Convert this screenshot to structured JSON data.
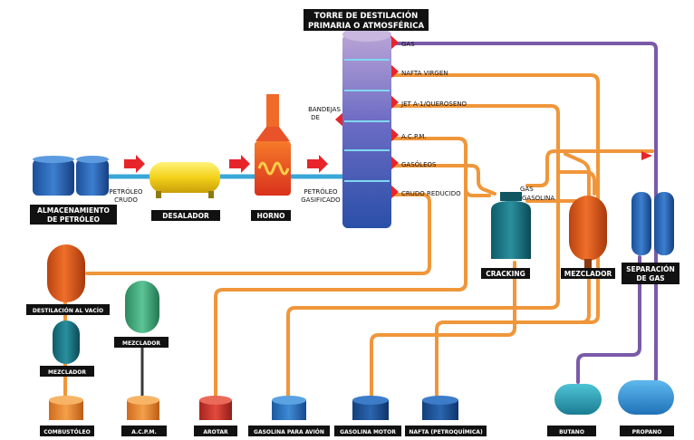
{
  "title": {
    "line1": "TORRE DE DESTILACIÓN",
    "line2": "PRIMARIA O ATMOSFÉRICA"
  },
  "tower_outputs": {
    "gas": "GAS",
    "nafta": "NAFTA VIRGEN",
    "jet": "JET A-1/QUEROSENO",
    "acpm": "A.C.P.M.",
    "gasoleos": "GASÓLEOS",
    "crudo": "CRUDO REDUCIDO"
  },
  "annotations": {
    "bandejas_1": "BANDEJAS",
    "bandejas_2": "DE",
    "petroleo_crudo_1": "PETRÓLEO",
    "petroleo_crudo_2": "CRUDO",
    "petroleo_gas_1": "PETRÓLEO",
    "petroleo_gas_2": "GASIFICADO",
    "cracking_gas": "GAS",
    "cracking_gasolina": "GASOLINA"
  },
  "units": {
    "almacenamiento_1": "ALMACENAMIENTO",
    "almacenamiento_2": "DE PETRÓLEO",
    "desalador": "DESALADOR",
    "horno": "HORNO",
    "cracking": "CRACKING",
    "mezclador_right": "MEZCLADOR",
    "separacion_1": "SEPARACIÓN",
    "separacion_2": "DE GAS",
    "destilacion_vacio": "DESTILACIÓN AL VACÍO",
    "mezclador_left": "MEZCLADOR",
    "mezclador_mid": "MEZCLADOR"
  },
  "products": {
    "combustoleo": "COMBUSTÓLEO",
    "acpm": "A.C.P.M.",
    "arotar": "AROTAR",
    "gasolina_avion": "GASOLINA PARA AVIÓN",
    "gasolina_motor": "GASOLINA MOTOR",
    "nafta_petroquimica": "NAFTA (PETROQUÍMICA)",
    "butano": "BUTANO",
    "propano": "PROPANO"
  },
  "colors": {
    "pipe_orange": "#f0963a",
    "pipe_blue": "#3aa7d8",
    "pipe_purple": "#7a5aa8",
    "arrow_red": "#e8242b",
    "label_bg": "#111111"
  }
}
